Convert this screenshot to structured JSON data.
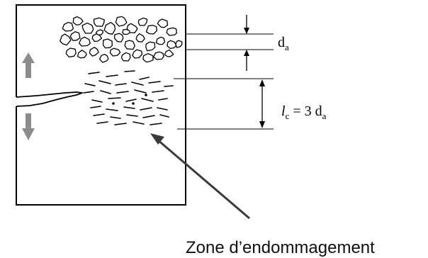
{
  "labels": {
    "d_main": "d",
    "d_sub": "a",
    "lc_l": "l",
    "lc_sub": "c",
    "lc_eq": " = 3 d",
    "lc_eq_sub": "a",
    "caption": "Zone d’endommagement"
  },
  "colors": {
    "stroke": "#000000",
    "arrow_fill": "#8c8c8c",
    "leader": "#3a3a3a"
  },
  "icons": {
    "force_up": "up-arrow-icon",
    "force_down": "down-arrow-icon"
  }
}
